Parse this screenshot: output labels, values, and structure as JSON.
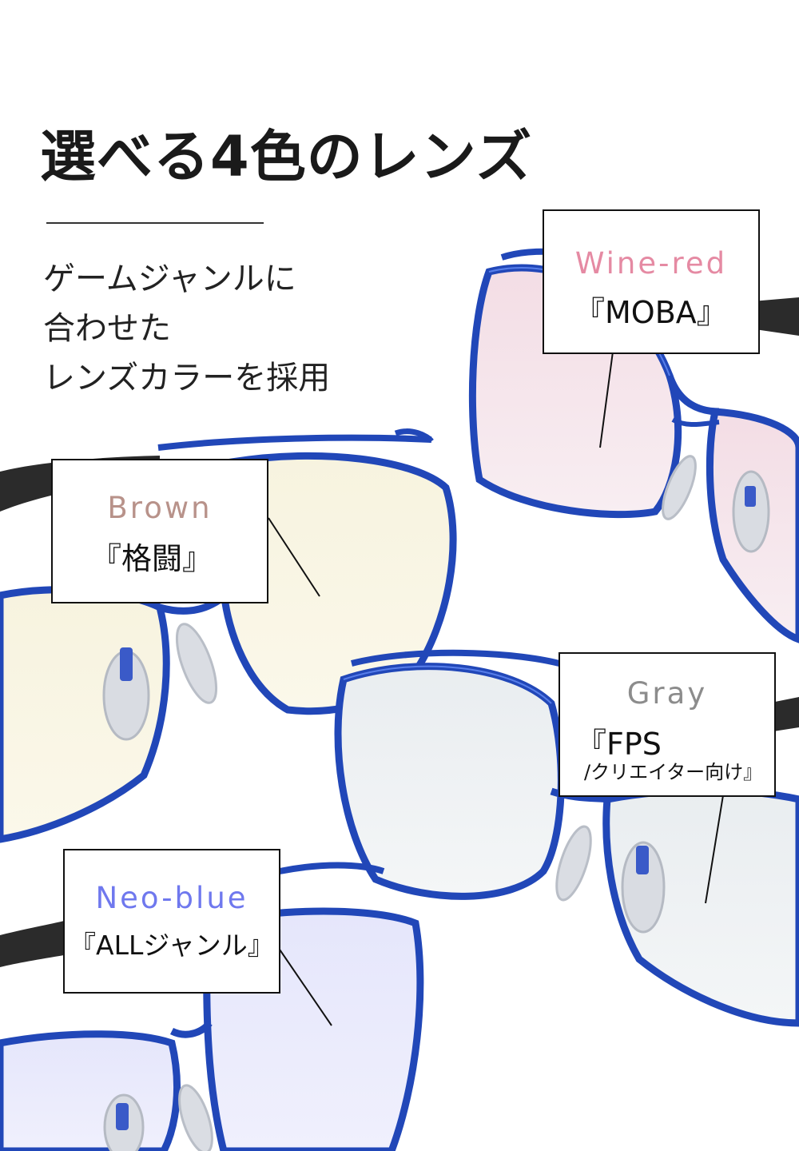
{
  "title": "選べる4色のレンズ",
  "subtitle": [
    "ゲームジャンルに",
    "合わせた",
    "レンズカラーを採用"
  ],
  "lenses": [
    {
      "name": "Wine-red",
      "genre": "『MOBA』",
      "color": "#e58aa3"
    },
    {
      "name": "Brown",
      "genre": "『格闘』",
      "color": "#b8928a"
    },
    {
      "name": "Gray",
      "genre": "『FPS",
      "genre_sub": "/クリエイター向け』",
      "color": "#8c8c8c"
    },
    {
      "name": "Neo-blue",
      "genre": "『ALLジャンル』",
      "color": "#6f78ee"
    }
  ],
  "colors": {
    "frame": "#2147b8",
    "frame_highlight": "#6f95ff",
    "temple": "#2b2b2b"
  }
}
